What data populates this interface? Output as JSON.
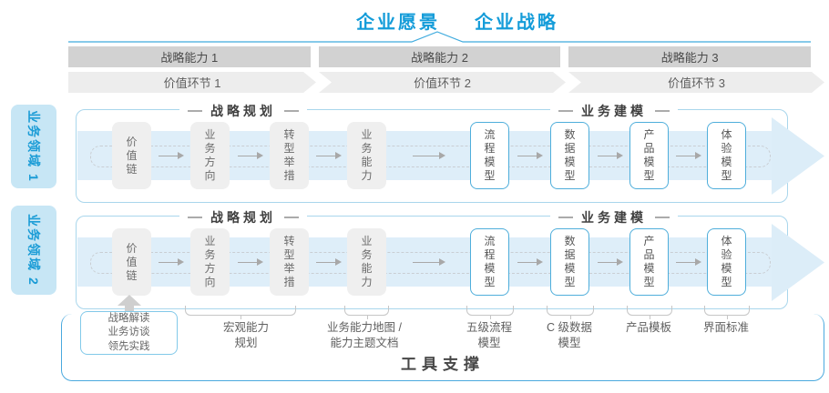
{
  "header": {
    "vision": "企业愿景",
    "strategy": "企业战略"
  },
  "capabilities": [
    "战略能力 1",
    "战略能力 2",
    "战略能力 3"
  ],
  "value_links": [
    "价值环节 1",
    "价值环节 2",
    "价值环节 3"
  ],
  "domains": [
    "业务领域 1",
    "业务领域 2"
  ],
  "row": {
    "section_titles": [
      "战略规划",
      "业务建模"
    ],
    "boxes": [
      {
        "label": "价值链",
        "type": "gray"
      },
      {
        "label": "业务方向",
        "type": "gray"
      },
      {
        "label": "转型举措",
        "type": "gray"
      },
      {
        "label": "业务能力",
        "type": "gray"
      },
      {
        "label": "流程模型",
        "type": "blue"
      },
      {
        "label": "数据模型",
        "type": "blue"
      },
      {
        "label": "产品模型",
        "type": "blue"
      },
      {
        "label": "体验模型",
        "type": "blue"
      }
    ]
  },
  "annotations": {
    "practice_box": [
      "战略解读",
      "业务访谈",
      "领先实践"
    ],
    "labels": [
      {
        "lines": [
          "宏观能力",
          "规划"
        ]
      },
      {
        "lines": [
          "业务能力地图 /",
          "能力主题文档"
        ]
      },
      {
        "lines": [
          "五级流程",
          "模型"
        ]
      },
      {
        "lines": [
          "C 级数据",
          "模型"
        ]
      },
      {
        "lines": [
          "产品模板",
          ""
        ]
      },
      {
        "lines": [
          "界面标准",
          ""
        ]
      }
    ]
  },
  "footer": {
    "title": "工具支撑"
  },
  "colors": {
    "accent_blue": "#149CD9",
    "panel_border": "#A9D6EC",
    "band_fill": "#DEEEF9",
    "bar_gray": "#D2D2D2",
    "chevron_gray": "#EDEDED",
    "box_gray": "#EFEFEF",
    "blue_box_border": "#4FAEDB",
    "tools_border": "#4AA9DE",
    "domain_fill": "#C7E6F5"
  }
}
